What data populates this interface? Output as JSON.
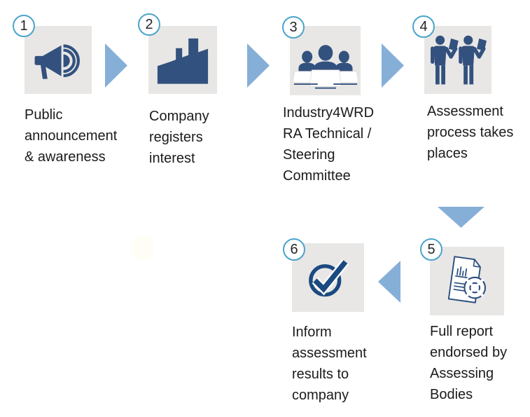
{
  "diagram": {
    "type": "process-flow",
    "steps": [
      {
        "number": "1",
        "icon": "megaphone-icon",
        "label": "Public\nannouncement\n& awareness"
      },
      {
        "number": "2",
        "icon": "factory-icon",
        "label": "Company\nregisters\ninterest"
      },
      {
        "number": "3",
        "icon": "committee-icon",
        "label": "Industry4WRD\nRA Technical /\nSteering\nCommittee"
      },
      {
        "number": "4",
        "icon": "assessors-icon",
        "label": "Assessment\nprocess takes\nplaces"
      },
      {
        "number": "5",
        "icon": "report-icon",
        "label": "Full report\nendorsed by\nAssessing\nBodies"
      },
      {
        "number": "6",
        "icon": "checkmark-icon",
        "label": "Inform\nassessment\nresults to\ncompany"
      }
    ],
    "arrows": [
      {
        "from": 1,
        "to": 2,
        "direction": "right"
      },
      {
        "from": 2,
        "to": 3,
        "direction": "right"
      },
      {
        "from": 3,
        "to": 4,
        "direction": "right"
      },
      {
        "from": 4,
        "to": 5,
        "direction": "down"
      },
      {
        "from": 5,
        "to": 6,
        "direction": "left"
      }
    ],
    "colors": {
      "icon_navy": "#33517E",
      "check_blue": "#1B4A80",
      "report_outline": "#2D4E7E",
      "arrow_blue": "#86AFD8",
      "badge_border": "#4AA4CB",
      "tile_background": "#E8E7E5",
      "text": "#1B1B1B"
    }
  }
}
